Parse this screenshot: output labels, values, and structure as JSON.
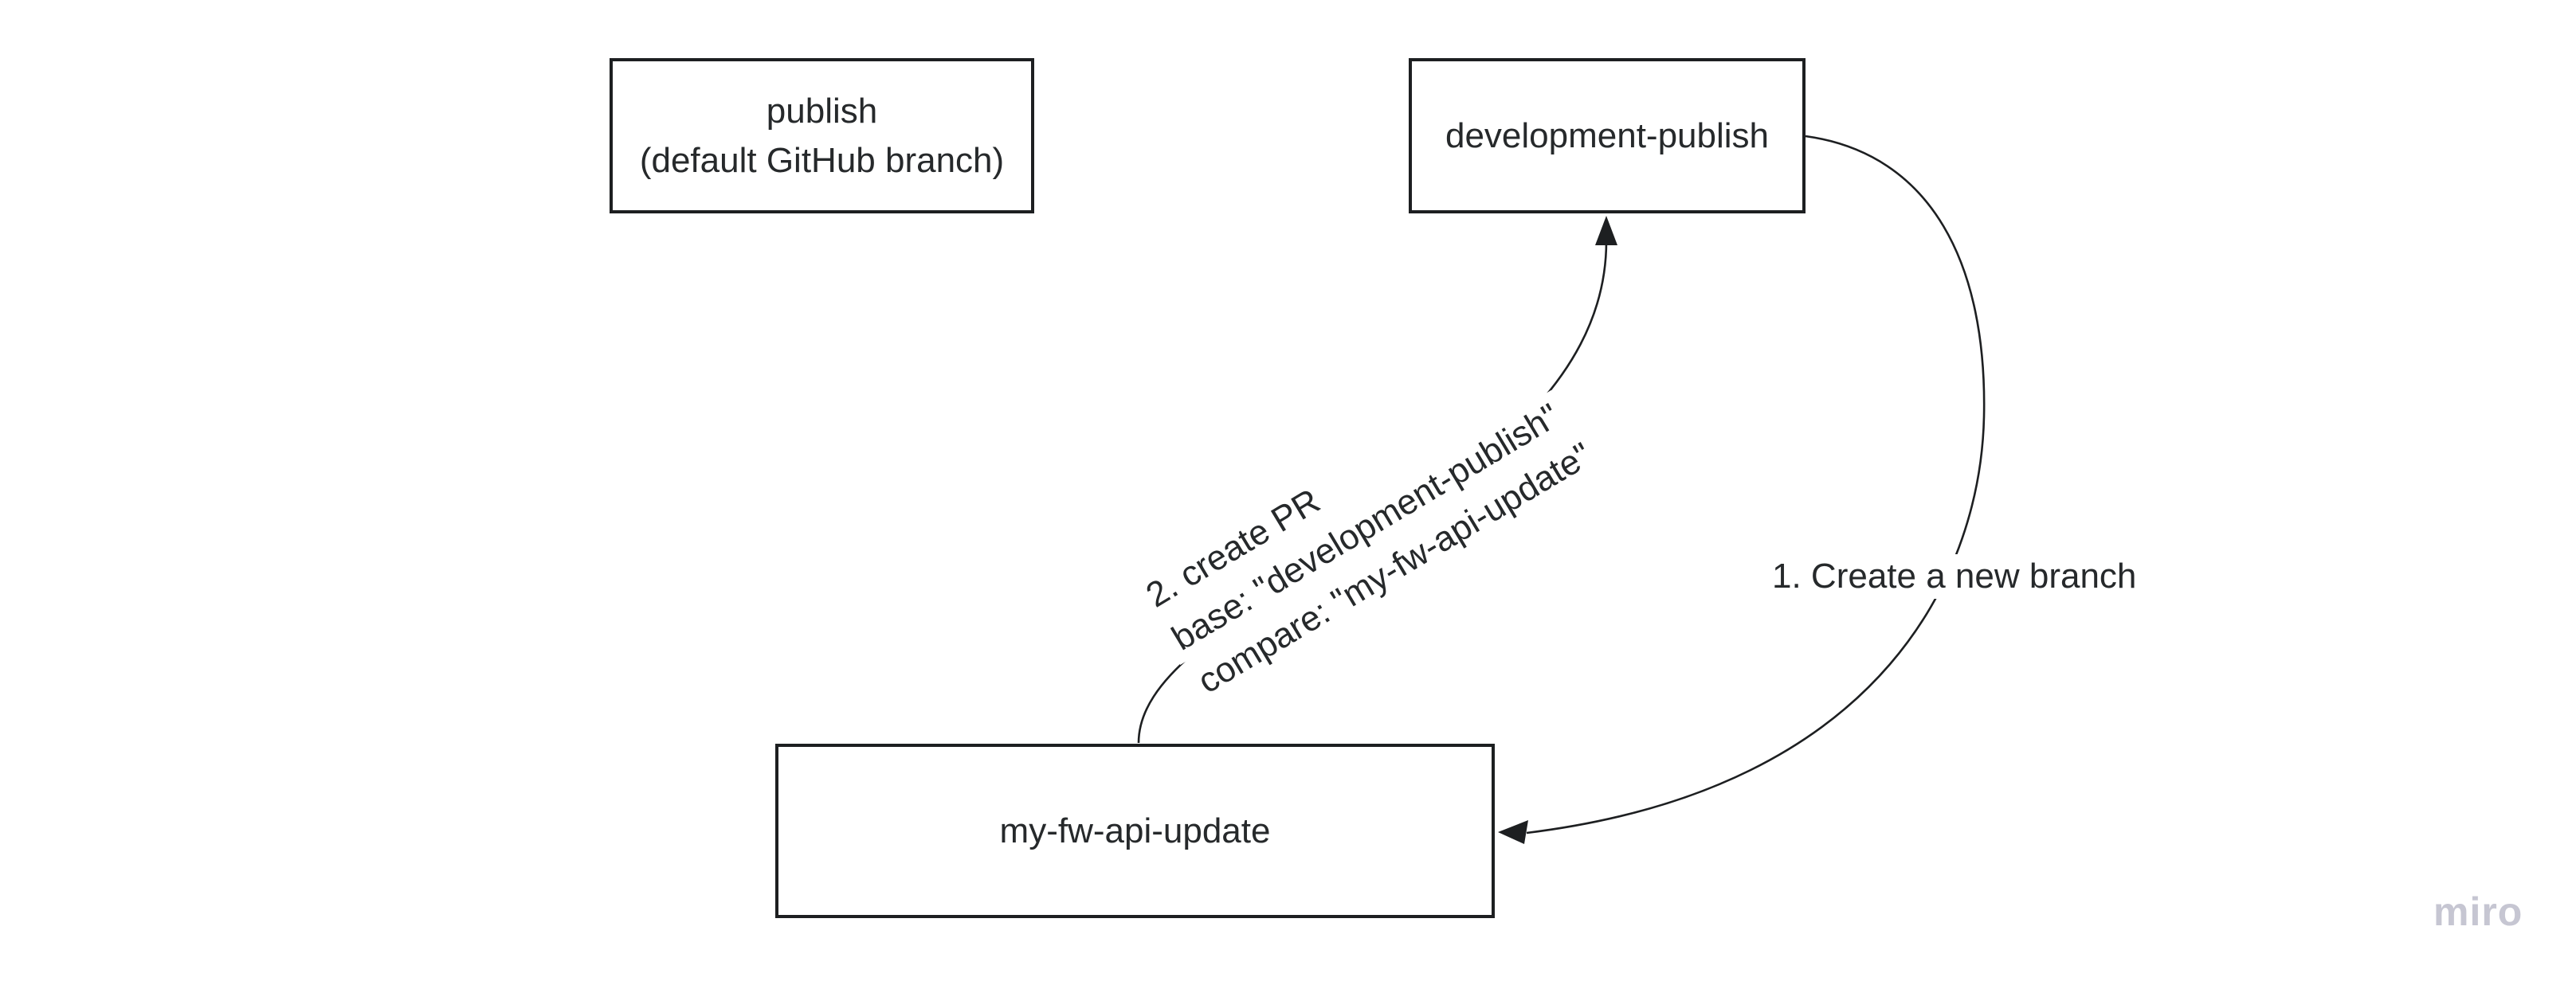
{
  "diagram": {
    "nodes": {
      "publish": {
        "label": "publish\n(default GitHub branch)"
      },
      "development_publish": {
        "label": "development-publish"
      },
      "my_fw_api_update": {
        "label": "my-fw-api-update"
      }
    },
    "edges": {
      "create_branch": {
        "label": "1. Create a new branch",
        "from": "development-publish",
        "to": "my-fw-api-update"
      },
      "create_pr": {
        "lines": {
          "0": "2. create PR",
          "1": "base: \"development-publish\"",
          "2": "compare: \"my-fw-api-update\""
        },
        "from": "my-fw-api-update",
        "to": "development-publish"
      }
    },
    "colors": {
      "ink": "#1d1f21",
      "background": "#ffffff",
      "watermark": "#c6c6d2"
    },
    "watermark": {
      "text": "miro"
    }
  }
}
